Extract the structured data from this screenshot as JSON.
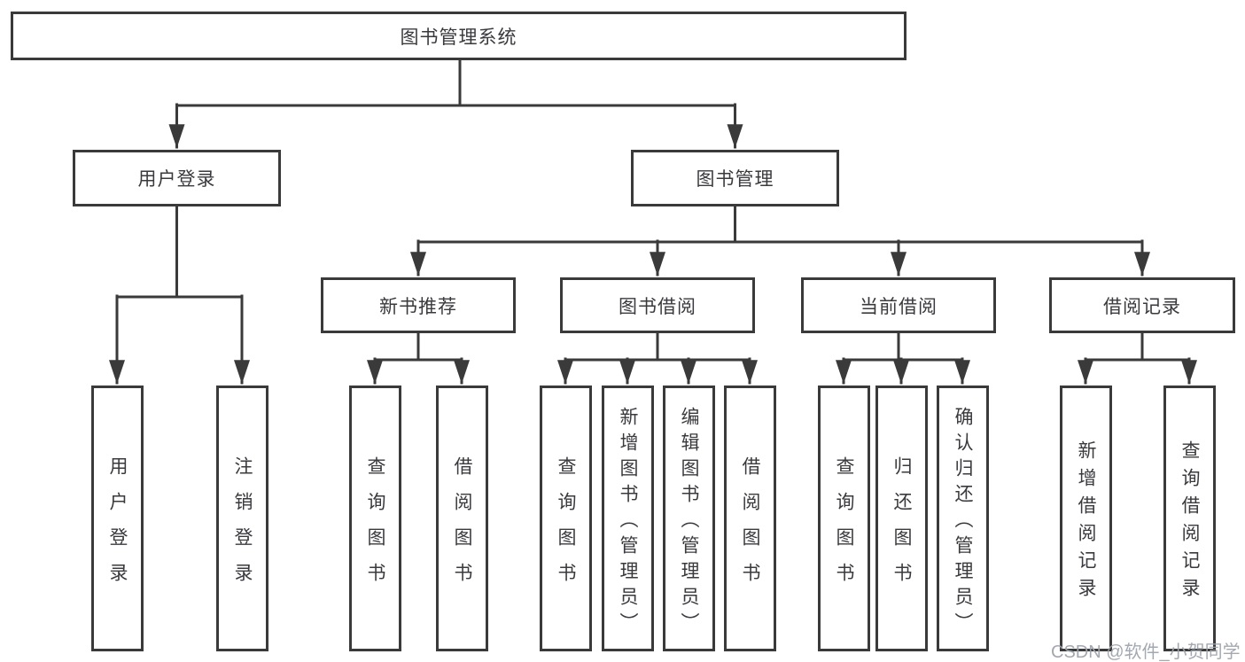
{
  "diagram": {
    "root": "图书管理系统",
    "level2": [
      "用户登录",
      "图书管理"
    ],
    "level3": [
      "新书推荐",
      "图书借阅",
      "当前借阅",
      "借阅记录"
    ],
    "leaves": {
      "user": [
        "用户登录",
        "注销登录"
      ],
      "newbook": [
        "查询图书",
        "借阅图书"
      ],
      "borrow": [
        "查询图书",
        "新增图书（管理员）",
        "编辑图书（管理员）",
        "借阅图书"
      ],
      "current": [
        "查询图书",
        "归还图书",
        "确认归还（管理员）"
      ],
      "records": [
        "新增借阅记录",
        "查询借阅记录"
      ]
    }
  },
  "colors": {
    "line": "#3a3a3a",
    "text": "#3a3a3e",
    "background": "#ffffff",
    "watermark_text": "#9ea3ad"
  },
  "watermark": "CSDN @软件_小贺同学"
}
